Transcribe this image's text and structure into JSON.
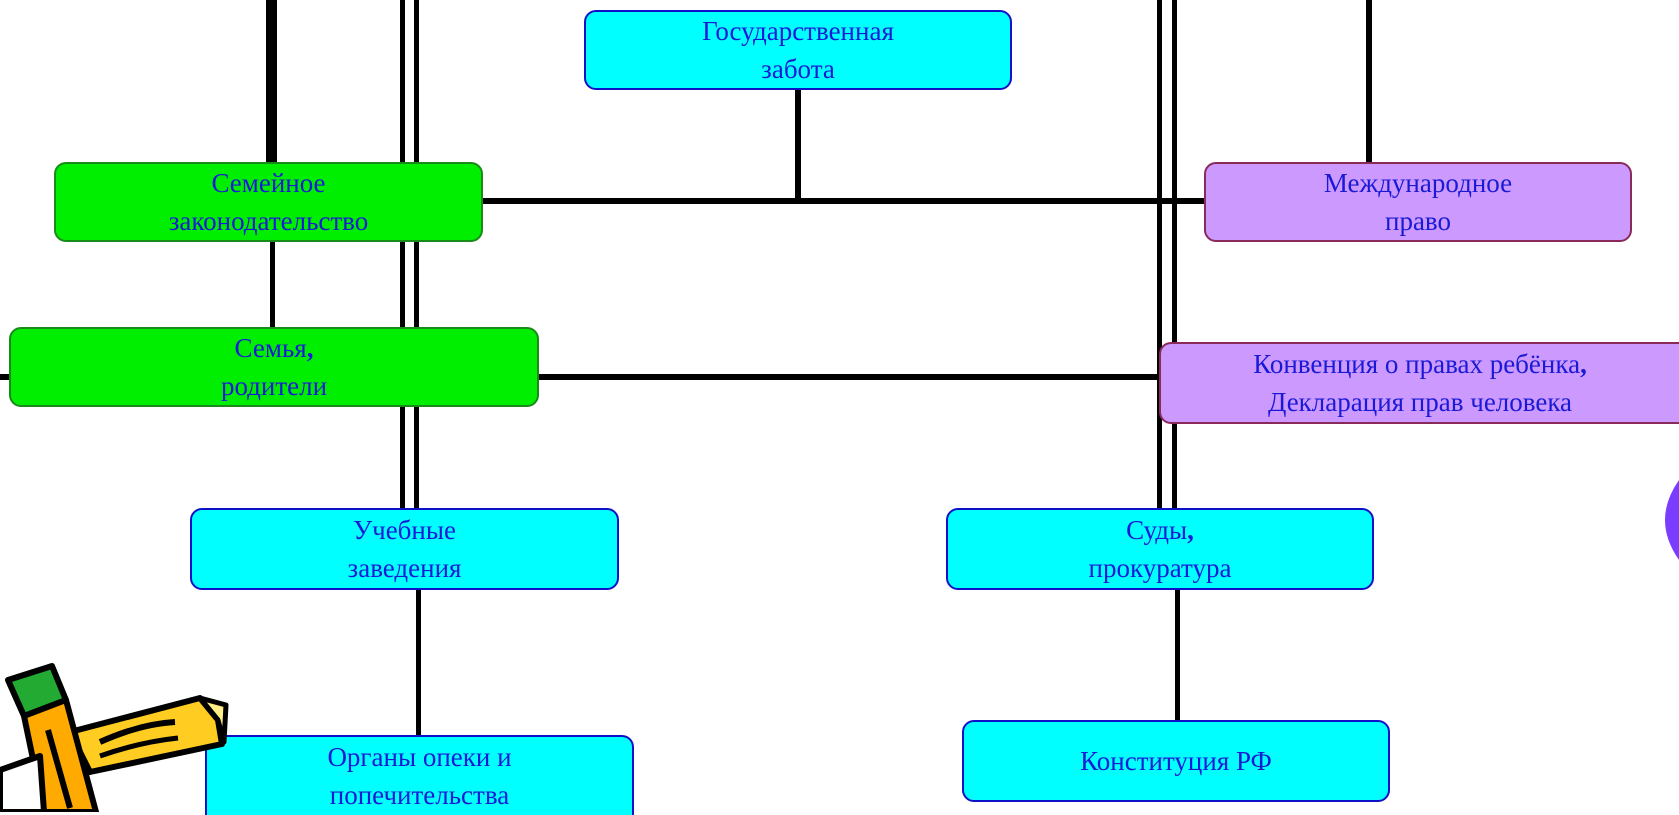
{
  "diagram": {
    "nodes": {
      "state_care": {
        "label": "Государственная\nзабота"
      },
      "family_law": {
        "label": "Семейное\nзаконодательство"
      },
      "intl_law": {
        "label": "Международное\nправо"
      },
      "family": {
        "label_line1": "Семья",
        "comma": ",",
        "label_line2": "родители"
      },
      "convention": {
        "label_line1": "Конвенция о правах ребёнка",
        "comma": ",",
        "label_line2": "Декларация прав человека"
      },
      "schools": {
        "label": "Учебные\nзаведения"
      },
      "courts": {
        "label_line1": "Суды",
        "comma": ",",
        "label_line2": "прокуратура"
      },
      "guardianship": {
        "label": "Органы опеки и\nпопечительства"
      },
      "constitution": {
        "label": "Конституция РФ"
      }
    }
  },
  "colors": {
    "node_cyan": "#00ffff",
    "node_green": "#00ee00",
    "node_violet": "#cc99ff",
    "text_blue": "#1a1ad6",
    "connector": "#000000"
  },
  "icons": {
    "clipart": "pencil-eraser-icon",
    "edge_decoration": "purple-shape-icon"
  }
}
